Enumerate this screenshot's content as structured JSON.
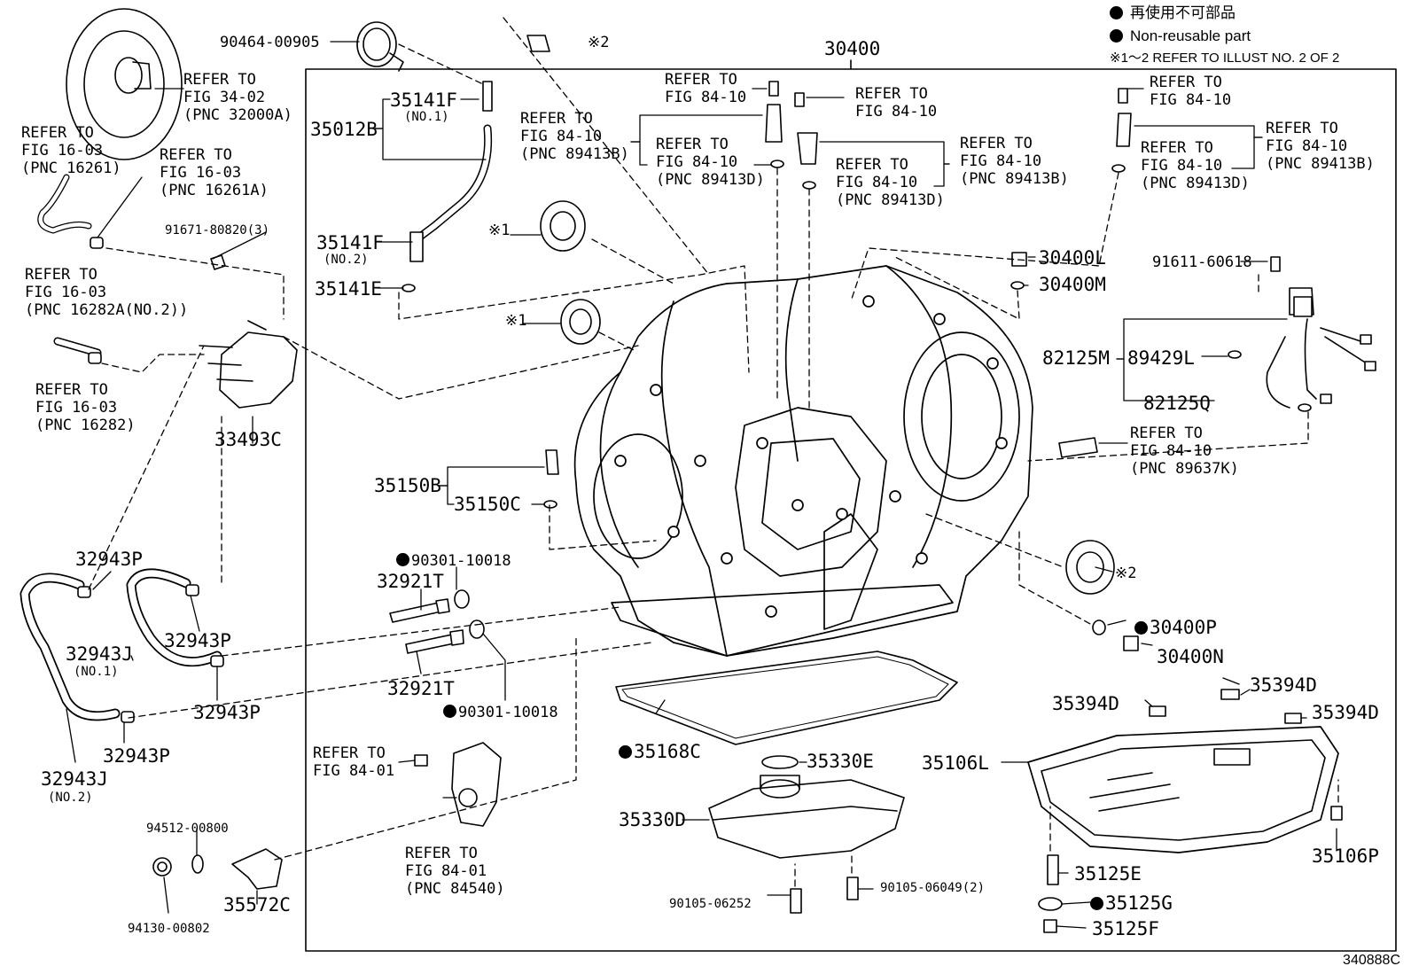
{
  "legend": {
    "reuse_jp": "再使用不可部品",
    "nonreusable": "Non-reusable part",
    "note": "※1～2 REFER TO ILLUST NO. 2 OF 2"
  },
  "diagram_code": "340888C",
  "main_part": "30400",
  "labels": {
    "p90464": "90464-00905",
    "refer_fig3402": [
      "REFER TO",
      "FIG 34-02",
      "(PNC 32000A)"
    ],
    "note2_top": "※2",
    "refer_1603_a": [
      "REFER TO",
      "FIG 16-03",
      "(PNC 16261)"
    ],
    "refer_1603_b": [
      "REFER TO",
      "FIG 16-03",
      "(PNC 16261A)"
    ],
    "p91671": "91671-80820(3)",
    "refer_1603_c": [
      "REFER TO",
      "FIG 16-03",
      "(PNC 16282A(NO.2))"
    ],
    "refer_1603_d": [
      "REFER TO",
      "FIG 16-03",
      "(PNC 16282)"
    ],
    "p33493C": "33493C",
    "p35141F_1": "35141F",
    "p35141F_1_sub": "(NO.1)",
    "p35012B": "35012B",
    "p35141F_2": "35141F",
    "p35141F_2_sub": "(NO.2)",
    "p35141E": "35141E",
    "note1_a": "※1",
    "note1_b": "※1",
    "refer_8410_top": [
      "REFER TO",
      "FIG 84-10"
    ],
    "refer_8410_left": [
      "REFER TO",
      "FIG 84-10",
      "(PNC 89413B)"
    ],
    "refer_8410_d1": [
      "REFER TO",
      "FIG 84-10",
      "(PNC 89413D)"
    ],
    "refer_8410_mid": [
      "REFER TO",
      "FIG 84-10"
    ],
    "refer_8410_d2": [
      "REFER TO",
      "FIG 84-10",
      "(PNC 89413D)"
    ],
    "refer_8410_b2": [
      "REFER TO",
      "FIG 84-10",
      "(PNC 89413B)"
    ],
    "refer_8410_r1": [
      "REFER TO",
      "FIG 84-10"
    ],
    "refer_8410_r2": [
      "REFER TO",
      "FIG 84-10",
      "(PNC 89413D)"
    ],
    "refer_8410_r3": [
      "REFER TO",
      "FIG 84-10",
      "(PNC 89413B)"
    ],
    "p30400L": "30400L",
    "p30400M": "30400M",
    "p91611": "91611-60618",
    "p82125M": "82125M",
    "p89429L": "89429L",
    "p82125Q": "82125Q",
    "refer_89637K": [
      "REFER TO",
      "FIG 84-10",
      "(PNC 89637K)"
    ],
    "p35150B": "35150B",
    "p35150C": "35150C",
    "p90301_a": "90301-10018",
    "p32921T_a": "32921T",
    "p32921T_b": "32921T",
    "p90301_b": "90301-10018",
    "p32943P_a": "32943P",
    "p32943P_b": "32943P",
    "p32943J_1": "32943J",
    "p32943J_1_sub": "(NO.1)",
    "p32943P_c": "32943P",
    "p32943P_d": "32943P",
    "p32943J_2": "32943J",
    "p32943J_2_sub": "(NO.2)",
    "note2_right": "※2",
    "p30400P": "30400P",
    "p30400N": "30400N",
    "p35394D_a": "35394D",
    "p35394D_b": "35394D",
    "p35394D_c": "35394D",
    "p35168C": "35168C",
    "p35330E": "35330E",
    "p35106L": "35106L",
    "p35330D": "35330D",
    "refer_8401_a": [
      "REFER TO",
      "FIG 84-01"
    ],
    "refer_8401_b": [
      "REFER TO",
      "FIG 84-01",
      "(PNC 84540)"
    ],
    "p94512": "94512-00800",
    "p35572C": "35572C",
    "p94130": "94130-00802",
    "p90105_a": "90105-06252",
    "p90105_b": "90105-06049(2)",
    "p35125E": "35125E",
    "p35125G": "35125G",
    "p35125F": "35125F",
    "p35106P": "35106P"
  }
}
